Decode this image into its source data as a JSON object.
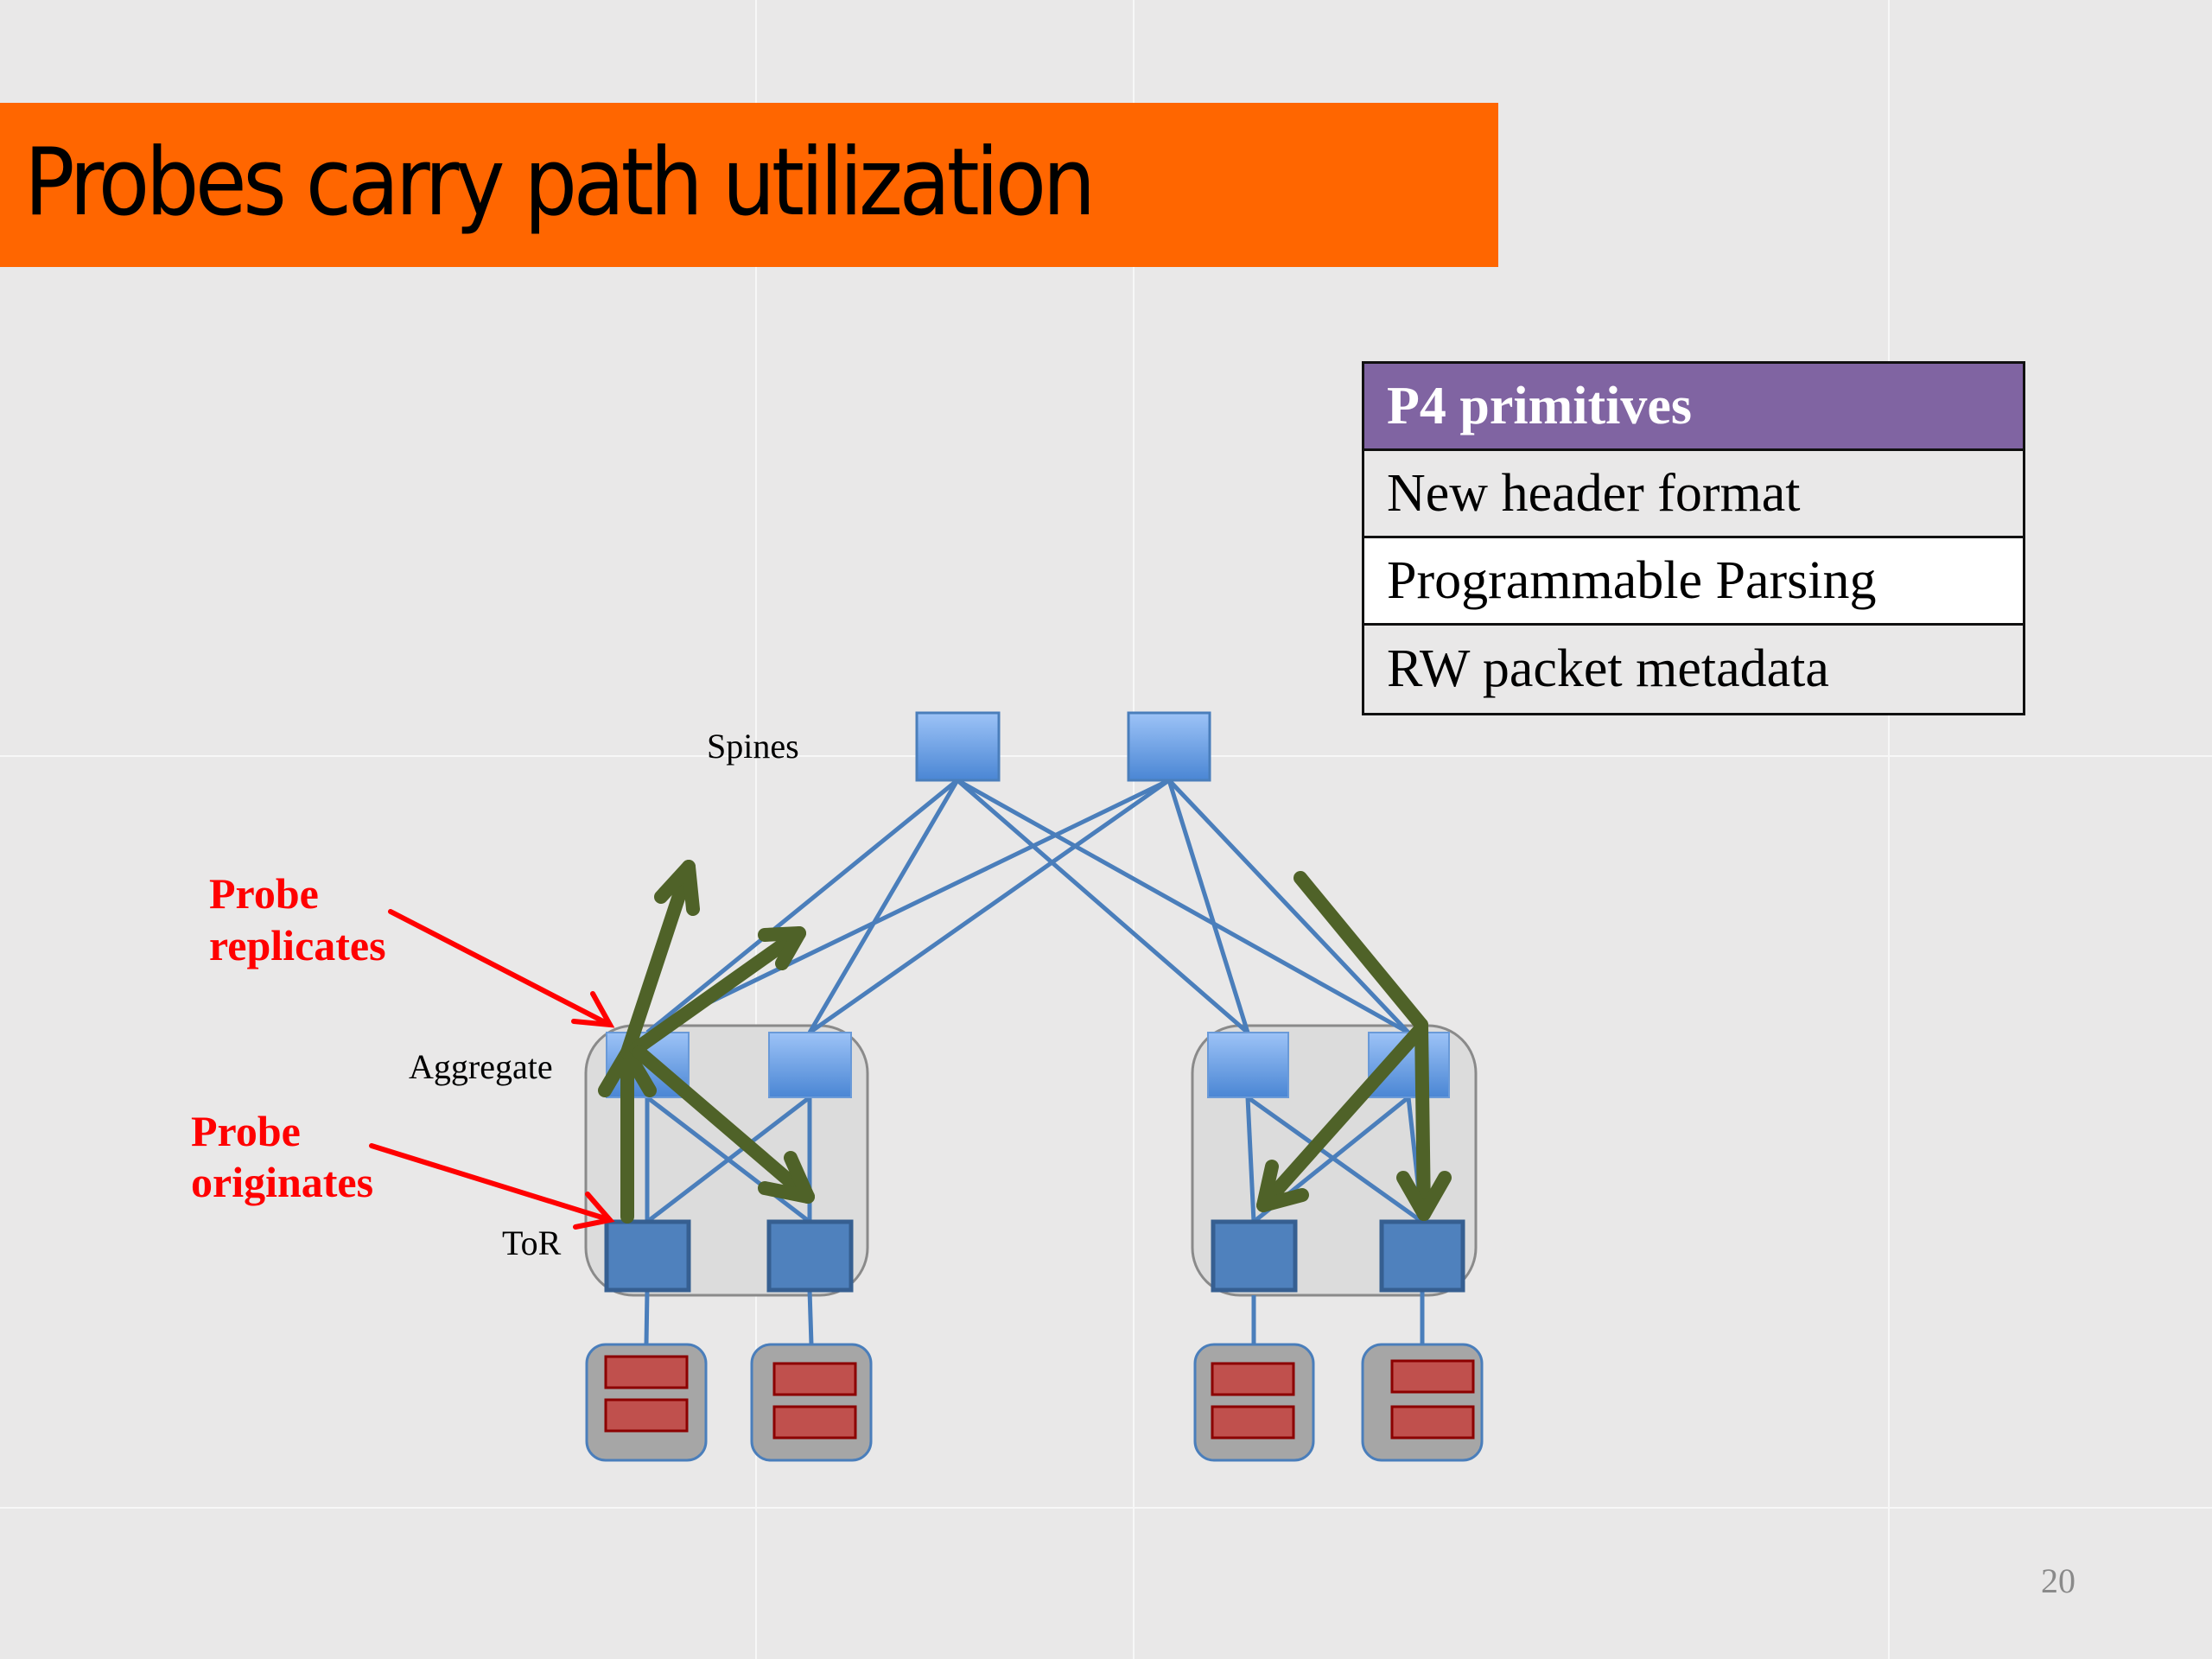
{
  "slide": {
    "title": "Probes carry path utilization",
    "page_number": "20"
  },
  "p4_table": {
    "header": "P4 primitives",
    "rows": [
      "New header format",
      "Programmable Parsing",
      "RW packet metadata"
    ]
  },
  "diagram": {
    "layer_labels": {
      "spines": "Spines",
      "aggregate": "Aggregate",
      "tor": "ToR"
    },
    "annotations": [
      {
        "line1": "Probe",
        "line2": "replicates"
      },
      {
        "line1": "Probe",
        "line2": "originates"
      }
    ]
  },
  "colors": {
    "title_bar": "#ff6600",
    "table_header": "#8064a2",
    "switch_light": "#8db3e2",
    "switch_dark": "#4f81bd",
    "link": "#4a7ebb",
    "probe_arrow": "#4f6228",
    "annotation": "#ff0000",
    "server": "#c0504d"
  }
}
